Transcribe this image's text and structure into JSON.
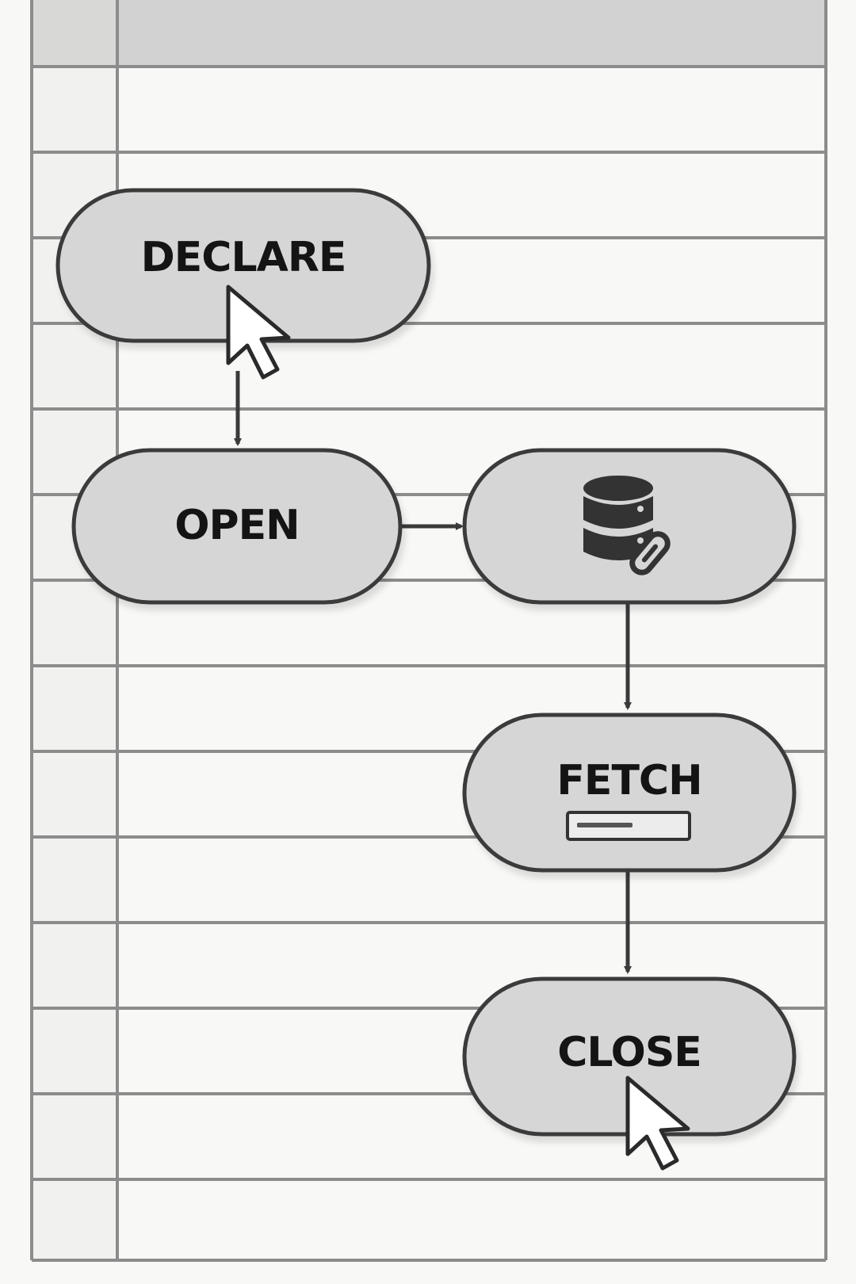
{
  "colors": {
    "background": "#f8f8f6",
    "grid_line": "#8c8c8c",
    "header_fill": "#d2d2d2",
    "node_fill": "#d6d6d6",
    "node_stroke": "#3a3a3a",
    "arrow": "#3a3a3a",
    "text": "#141414"
  },
  "nodes": {
    "declare": {
      "label": "DECLARE"
    },
    "open": {
      "label": "OPEN"
    },
    "database": {
      "icon": "database-link-icon"
    },
    "fetch": {
      "label": "FETCH",
      "icon": "input-bar-icon"
    },
    "close": {
      "label": "CLOSE"
    }
  },
  "cursors": [
    "pointer-cursor-icon",
    "pointer-cursor-icon"
  ],
  "edges": [
    {
      "from": "declare",
      "to": "open"
    },
    {
      "from": "open",
      "to": "database"
    },
    {
      "from": "database",
      "to": "fetch"
    },
    {
      "from": "fetch",
      "to": "close"
    }
  ]
}
